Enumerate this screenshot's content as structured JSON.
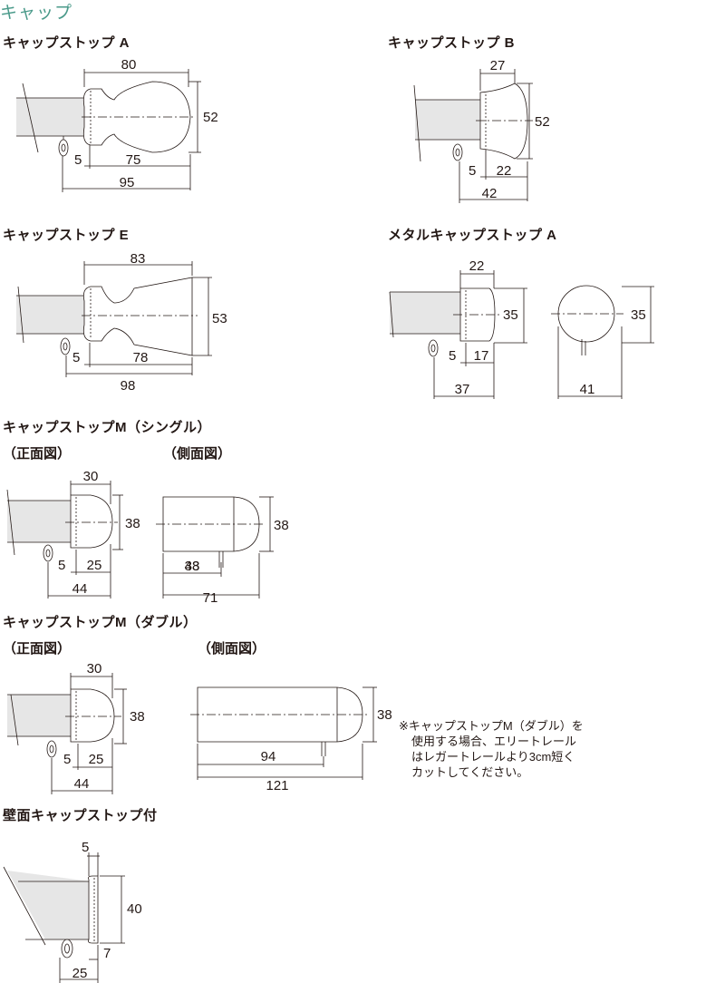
{
  "page": {
    "title": "キャップ"
  },
  "sections": {
    "cap_a": {
      "title": "キャップストップ A",
      "dims": [
        "80",
        "52",
        "5",
        "75",
        "95"
      ]
    },
    "cap_b": {
      "title": "キャップストップ B",
      "dims": [
        "27",
        "52",
        "5",
        "22",
        "42"
      ]
    },
    "cap_e": {
      "title": "キャップストップ E",
      "dims": [
        "83",
        "53",
        "5",
        "78",
        "98"
      ]
    },
    "metal_a": {
      "title": "メタルキャップストップ A",
      "dims": [
        "22",
        "35",
        "5",
        "17",
        "37",
        "35",
        "41"
      ]
    },
    "m_single": {
      "title": "キャップストップM（シングル）",
      "front": "（正面図）",
      "side": "（側面図）",
      "dims": [
        "30",
        "38",
        "5",
        "25",
        "44",
        "38",
        "43",
        "71"
      ]
    },
    "m_double": {
      "title": "キャップストップM（ダブル）",
      "front": "（正面図）",
      "side": "（側面図）",
      "dims": [
        "30",
        "38",
        "5",
        "25",
        "44",
        "38",
        "94",
        "121"
      ]
    },
    "wall": {
      "title": "壁面キャップストップ付",
      "dims": [
        "5",
        "40",
        "7",
        "25"
      ]
    }
  },
  "note": {
    "lines": [
      "※キャップストップM（ダブル）を",
      "使用する場合、エリートレール",
      "はレガートレールより3cm短く",
      "カットしてください。"
    ]
  },
  "colors": {
    "title": "#4a9a8a",
    "rail": "#e6e6e6",
    "line": "#231815"
  }
}
